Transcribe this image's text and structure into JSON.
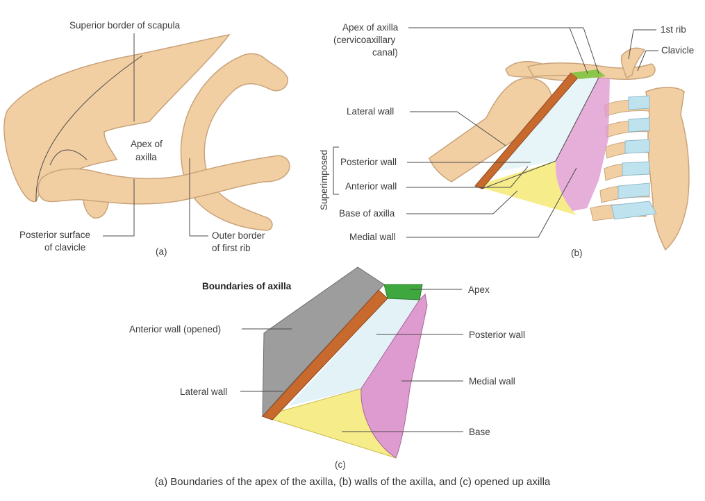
{
  "panel_a": {
    "labels": {
      "superior_border": "Superior border of scapula",
      "apex_line1": "Apex of",
      "apex_line2": "axilla",
      "posterior_surface_line1": "Posterior surface",
      "posterior_surface_line2": "of clavicle",
      "outer_border_line1": "Outer border",
      "outer_border_line2": "of first rib"
    },
    "marker": "(a)"
  },
  "panel_b": {
    "labels": {
      "apex_line1": "Apex of axilla",
      "apex_line2": "(cervicoaxillary",
      "apex_line3": "canal)",
      "first_rib": "1st rib",
      "clavicle": "Clavicle",
      "lateral_wall": "Lateral wall",
      "superimposed": "Superimposed",
      "posterior_wall": "Posterior wall",
      "anterior_wall": "Anterior wall",
      "base": "Base of axilla",
      "medial_wall": "Medial wall"
    },
    "marker": "(b)"
  },
  "panel_c": {
    "title": "Boundaries of axilla",
    "labels": {
      "apex": "Apex",
      "anterior_wall_opened": "Anterior wall (opened)",
      "posterior_wall": "Posterior wall",
      "medial_wall": "Medial wall",
      "lateral_wall": "Lateral wall",
      "base": "Base"
    },
    "marker": "(c)"
  },
  "caption": "(a) Boundaries of the apex of the axilla, (b) walls of the axilla, and (c) opened up axilla",
  "colors": {
    "bone": "#f2cfa3",
    "bone_outline": "#c9a37a",
    "lateral_wall": "#c8692e",
    "medial_wall": "#de9bd0",
    "base": "#f7ec8a",
    "posterior_wall": "#e3f2f7",
    "anterior_wall": "#9d9d9d",
    "apex": "#3ea83e",
    "cartilage": "#bfe2ef"
  }
}
